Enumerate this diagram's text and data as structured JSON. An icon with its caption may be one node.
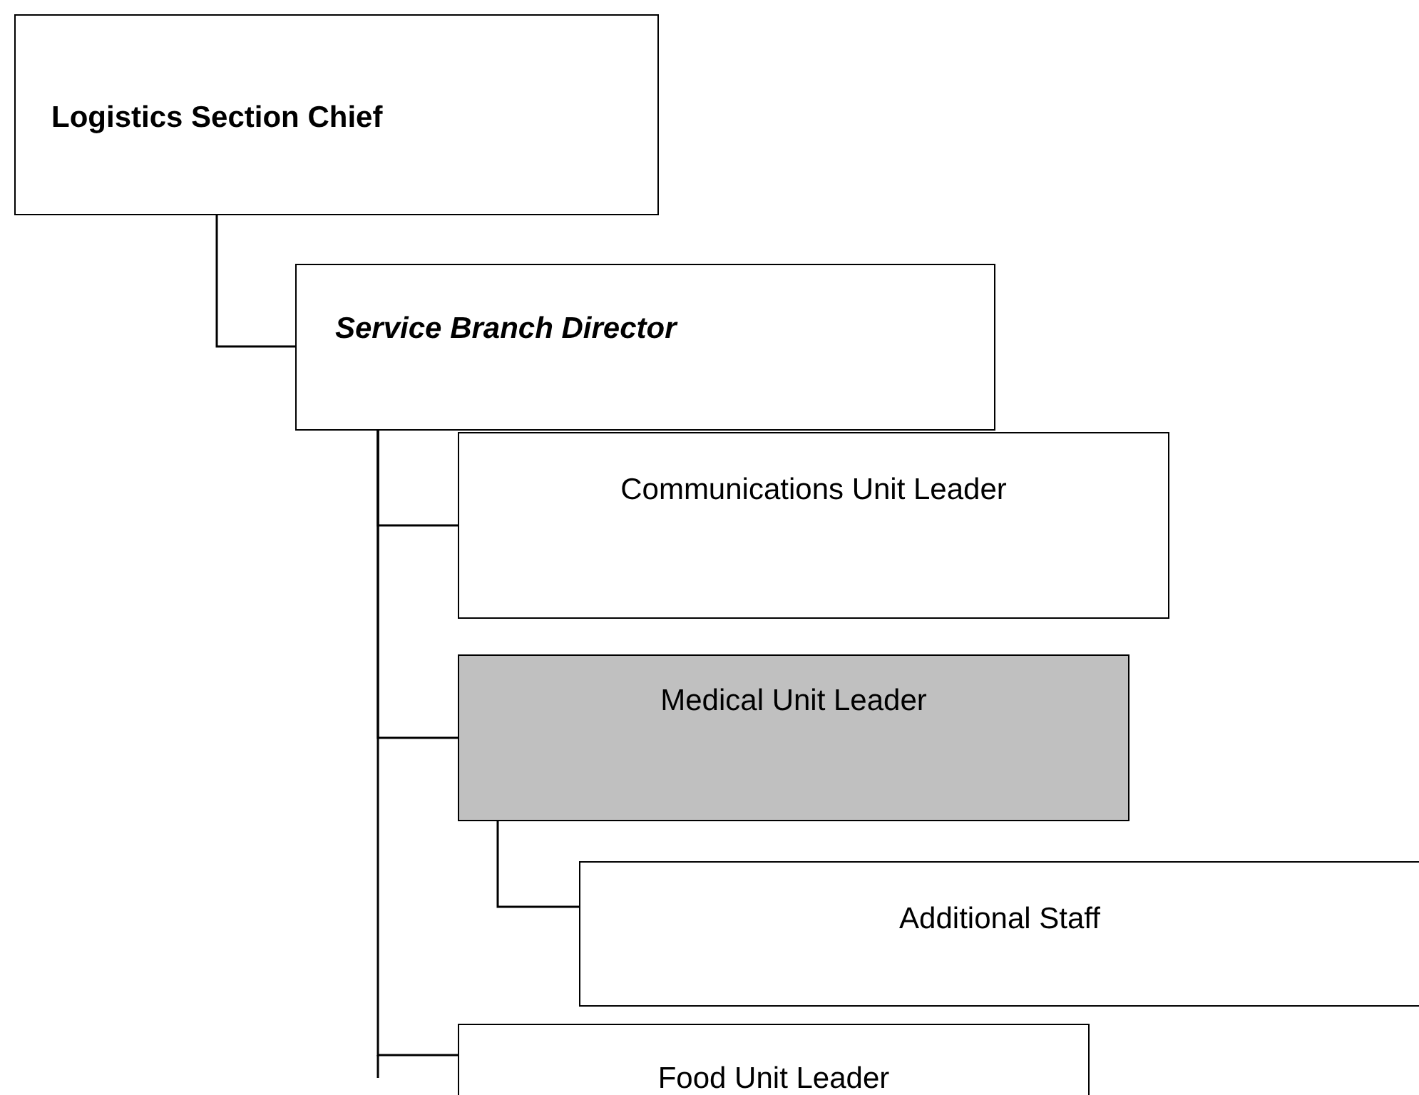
{
  "diagram": {
    "nodes": [
      {
        "text": [
          "Logistics Section Chief"
        ]
      },
      {
        "text": [
          "Service Branch Director"
        ]
      },
      {
        "text": [
          "Communications Unit Leader"
        ]
      },
      {
        "text": [
          "Medical Unit Leader"
        ]
      },
      {
        "text": [
          "Additional Staff"
        ]
      },
      {
        "text": [
          "Food Unit Leader"
        ]
      }
    ],
    "edges": [
      {
        "from": 0,
        "to": 1,
        "arrow": "none"
      },
      {
        "from": 1,
        "to": 2,
        "arrow": "none"
      },
      {
        "from": 1,
        "to": 3,
        "arrow": "none"
      },
      {
        "from": 3,
        "to": 4,
        "arrow": "none"
      },
      {
        "from": 1,
        "to": 5,
        "arrow": "none"
      }
    ]
  }
}
